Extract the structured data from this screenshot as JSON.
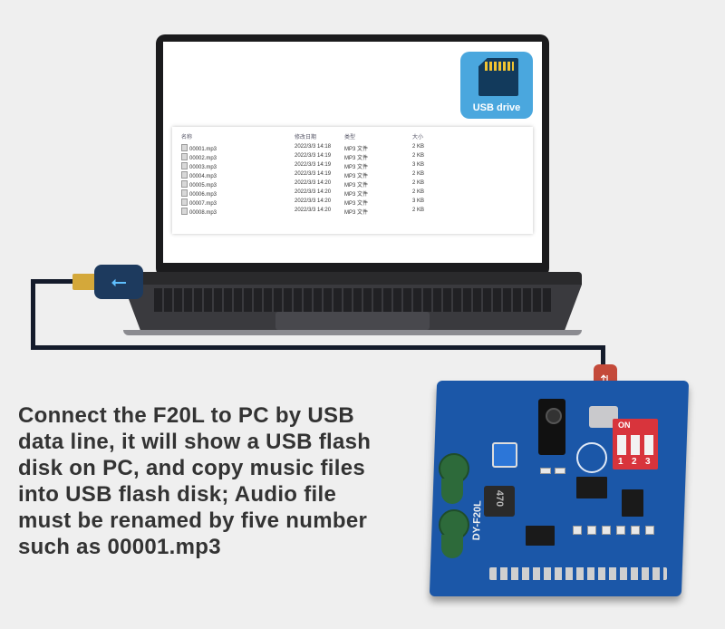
{
  "usb_icon": {
    "label": "USB drive"
  },
  "explorer": {
    "columns": [
      "名称",
      "修改日期",
      "类型",
      "大小"
    ],
    "files": [
      {
        "name": "00001.mp3",
        "date": "2022/3/3 14:18",
        "type": "MP3 文件",
        "size": "2 KB"
      },
      {
        "name": "00002.mp3",
        "date": "2022/3/3 14:19",
        "type": "MP3 文件",
        "size": "2 KB"
      },
      {
        "name": "00003.mp3",
        "date": "2022/3/3 14:19",
        "type": "MP3 文件",
        "size": "3 KB"
      },
      {
        "name": "00004.mp3",
        "date": "2022/3/3 14:19",
        "type": "MP3 文件",
        "size": "2 KB"
      },
      {
        "name": "00005.mp3",
        "date": "2022/3/3 14:20",
        "type": "MP3 文件",
        "size": "2 KB"
      },
      {
        "name": "00006.mp3",
        "date": "2022/3/3 14:20",
        "type": "MP3 文件",
        "size": "2 KB"
      },
      {
        "name": "00007.mp3",
        "date": "2022/3/3 14:20",
        "type": "MP3 文件",
        "size": "3 KB"
      },
      {
        "name": "00008.mp3",
        "date": "2022/3/3 14:20",
        "type": "MP3 文件",
        "size": "2 KB"
      }
    ]
  },
  "board": {
    "dip_label": "ON",
    "dip_numbers": [
      "1",
      "2",
      "3"
    ],
    "inductor": "470",
    "name": "DY-F20L"
  },
  "caption": {
    "lines": [
      "Connect the F20L to PC by USB",
      "data line, it will show a USB flash",
      "disk on PC,  and copy music files",
      "into USB flash disk;  Audio file",
      "must be renamed by five number",
      "such as 00001.mp3"
    ]
  },
  "colors": {
    "background": "#efefef",
    "board": "#1b57a8",
    "usb_icon": "#4aa7de",
    "dip_switch": "#d8343c",
    "text": "#333333"
  }
}
